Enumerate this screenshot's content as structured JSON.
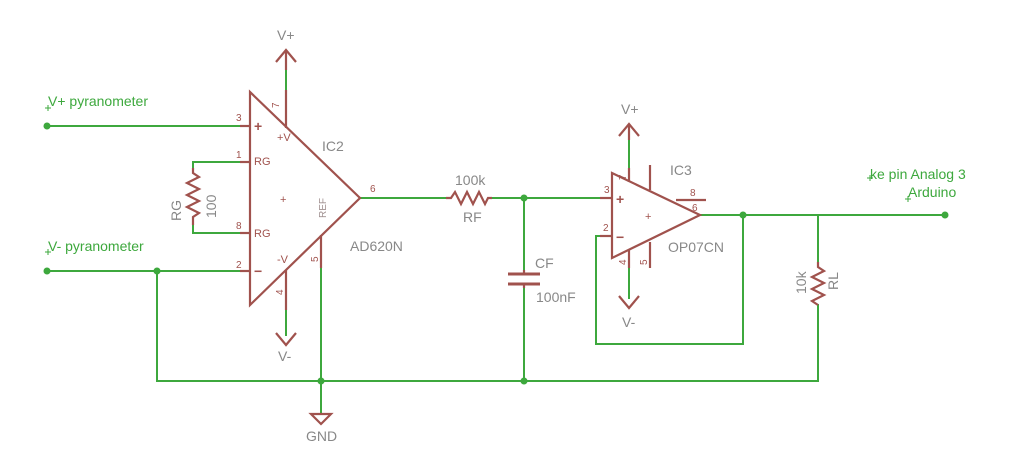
{
  "nets": {
    "vplus_in": "V+ pyranometer",
    "vminus_in": "V- pyranometer",
    "out_line1": "ke pin Analog 3",
    "out_line2": "Arduino"
  },
  "ic2": {
    "name": "IC2",
    "value": "AD620N",
    "pins": {
      "p3": "3",
      "p1": "1",
      "p8": "8",
      "p2": "2",
      "p7": "7",
      "p4": "4",
      "p5": "5",
      "p6": "6"
    },
    "pin_names": {
      "rg_top": "RG",
      "rg_bottom": "RG",
      "vpos": "+V",
      "vneg": "-V",
      "ref": "REF"
    },
    "signs": {
      "plus": "+",
      "minus": "−",
      "center": "+"
    }
  },
  "ic3": {
    "name": "IC3",
    "value": "OP07CN",
    "pins": {
      "p3": "3",
      "p2": "2",
      "p7": "7",
      "p4": "4",
      "p5": "5",
      "p6": "6",
      "p8": "8"
    },
    "signs": {
      "plus": "+",
      "minus": "−",
      "center": "+"
    }
  },
  "rg": {
    "name": "RG",
    "value": "100"
  },
  "rf": {
    "name": "RF",
    "value": "100k"
  },
  "cf": {
    "name": "CF",
    "value": "100nF"
  },
  "rl": {
    "name": "RL",
    "value": "10k"
  },
  "supplies": {
    "ic2_pos": "V+",
    "ic2_neg": "V-",
    "ic3_pos": "V+",
    "ic3_neg": "V-",
    "gnd": "GND"
  }
}
